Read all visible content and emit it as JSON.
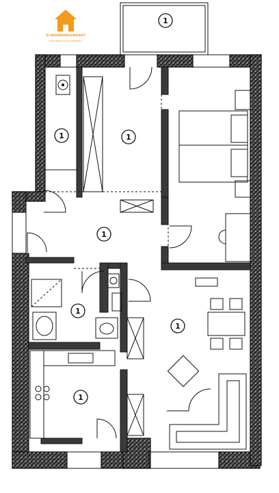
{
  "logo": {
    "line1": "SI-WOHNUNGSMARKT",
    "line2": "DER MAKLER IN CHEMNITZ",
    "brand_color": "#f39a1e"
  },
  "room_labels": [
    {
      "id": "balcony",
      "text": "1"
    },
    {
      "id": "storage",
      "text": "1"
    },
    {
      "id": "hallway-upper",
      "text": "1"
    },
    {
      "id": "hallway",
      "text": "1"
    },
    {
      "id": "bathroom",
      "text": "1"
    },
    {
      "id": "living-room",
      "text": "1"
    },
    {
      "id": "kitchen",
      "text": "1"
    }
  ]
}
